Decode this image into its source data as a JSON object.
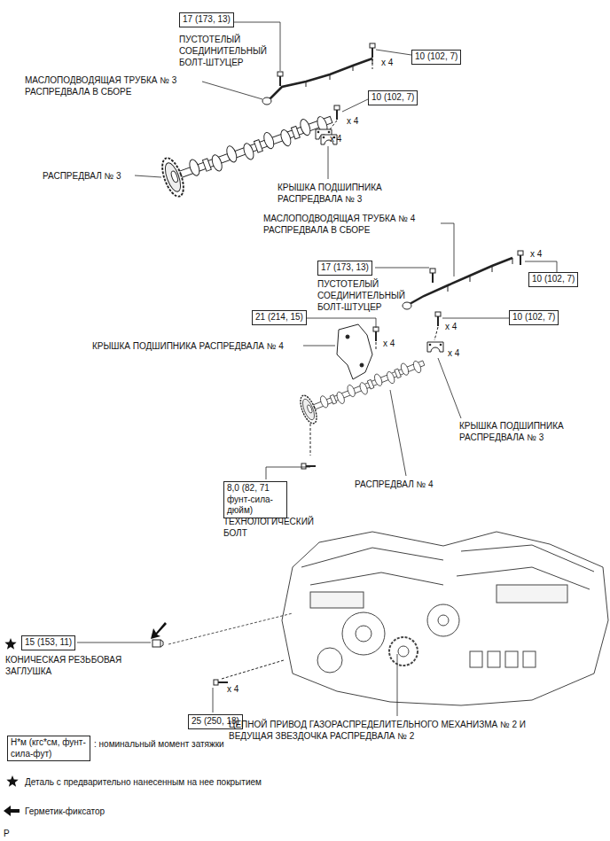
{
  "diagram": {
    "nodes": [
      {
        "text": [
          "17 (173, 13)"
        ]
      },
      {
        "text": [
          "10 (102, 7)"
        ]
      },
      {
        "text": [
          "10 (102, 7)"
        ]
      },
      {
        "text": [
          "17 (173, 13)"
        ]
      },
      {
        "text": [
          "10 (102, 7)"
        ]
      },
      {
        "text": [
          "21 (214, 15)"
        ]
      },
      {
        "text": [
          "10 (102, 7)"
        ]
      },
      {
        "text": [
          "8,0 (82, 71 фунт-сила-дюйм)"
        ]
      },
      {
        "text": [
          "15 (153, 11)"
        ]
      },
      {
        "text": [
          "25 (250, 18)"
        ]
      },
      {
        "text": [
          "Н*м (кгс*см, фунт-сила-фут)"
        ]
      }
    ],
    "labels": [
      "ПУСТОТЕЛЫЙ СОЕДИНИТЕЛЬНЫЙ БОЛТ-ШТУЦЕР",
      "x 4",
      "МАСЛОПОДВОДЯЩАЯ ТРУБКА № 3 РАСПРЕДВАЛА В СБОРЕ",
      "x 4",
      "x 4",
      "РАСПРЕДВАЛ № 3",
      "КРЫШКА ПОДШИПНИКА РАСПРЕДВАЛА № 3",
      "МАСЛОПОДВОДЯЩАЯ ТРУБКА № 4 РАСПРЕДВАЛА В СБОРЕ",
      "x 4",
      "ПУСТОТЕЛЫЙ СОЕДИНИТЕЛЬНЫЙ БОЛТ-ШТУЦЕР",
      "x 4",
      "КРЫШКА ПОДШИПНИКА РАСПРЕДВАЛА № 4",
      "x 4",
      "x 4",
      "КРЫШКА ПОДШИПНИКА РАСПРЕДВАЛА № 3",
      "РАСПРЕДВАЛ № 4",
      "ТЕХНОЛОГИЧЕСКИЙ БОЛТ",
      "КОНИЧЕСКАЯ РЕЗЬБОВАЯ ЗАГЛУШКА",
      "x 4",
      "ЦЕПНОЙ ПРИВОД ГАЗОРАСПРЕДЕЛИТЕЛЬНОГО МЕХАНИЗМА № 2 И ВЕДУЩАЯ ЗВЕЗДОЧКА РАСПРЕДВАЛА № 2",
      "P"
    ],
    "legend": [
      {
        "text": ": номинальный момент затяжки"
      },
      {
        "text": "Деталь с предварительно нанесенным на нее покрытием"
      },
      {
        "text": "Герметик-фиксатор"
      }
    ]
  }
}
